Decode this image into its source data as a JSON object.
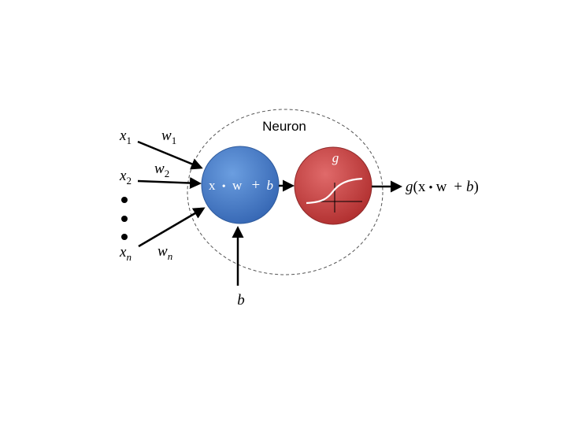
{
  "neuron": {
    "title": "Neuron"
  },
  "inputs": [
    {
      "symbol": "x",
      "index": "1"
    },
    {
      "symbol": "x",
      "index": "2"
    },
    {
      "symbol": "x",
      "index": "n"
    }
  ],
  "weights": [
    {
      "symbol": "w",
      "index": "1"
    },
    {
      "symbol": "w",
      "index": "2"
    },
    {
      "symbol": "w",
      "index": "n"
    }
  ],
  "summation": {
    "x": "x",
    "dot": "•",
    "w": "w",
    "plus": "+",
    "b": "b"
  },
  "activation": {
    "label": "g"
  },
  "bias": {
    "label": "b"
  },
  "output": {
    "g": "g",
    "open": "(x",
    "dot": "•",
    "w": "w",
    "plus": "+",
    "b": "b",
    "close": ")"
  },
  "colors": {
    "summation_fill": "#3f77c4",
    "summation_light": "#6b9ee0",
    "activation_fill": "#c03a3a",
    "activation_light": "#e06a6a",
    "arrow": "#000000",
    "dashed_boundary": "#555555"
  }
}
